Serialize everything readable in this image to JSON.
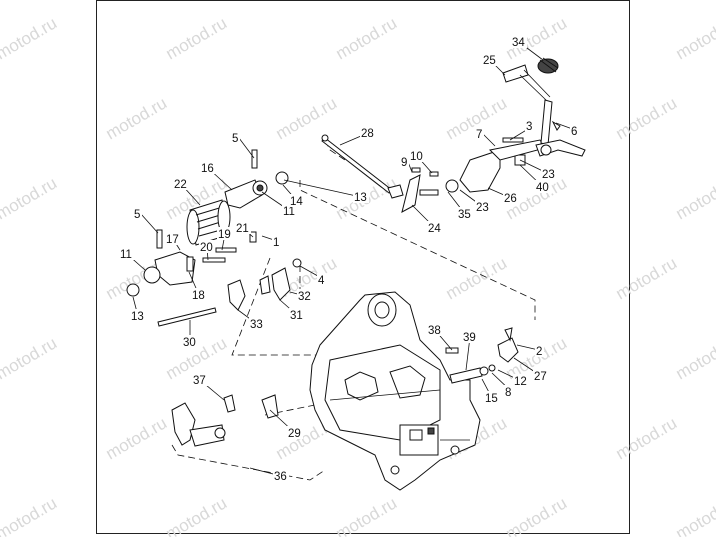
{
  "watermark": "motod.ru",
  "parts": [
    "1",
    "2",
    "3",
    "4",
    "5",
    "5",
    "6",
    "7",
    "8",
    "9",
    "10",
    "11",
    "11",
    "12",
    "13",
    "13",
    "14",
    "15",
    "16",
    "17",
    "18",
    "19",
    "20",
    "21",
    "22",
    "23",
    "23",
    "24",
    "25",
    "26",
    "27",
    "28",
    "29",
    "30",
    "31",
    "32",
    "33",
    "34",
    "35",
    "36",
    "37",
    "38",
    "39",
    "40"
  ]
}
